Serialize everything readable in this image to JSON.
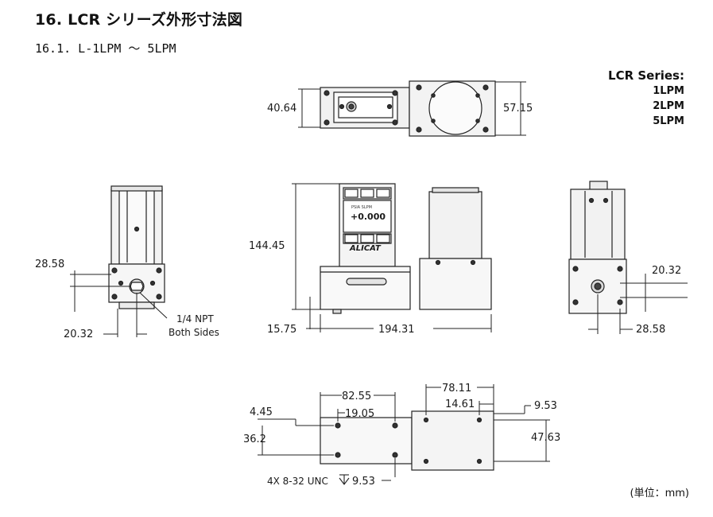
{
  "heading": "16.  LCR シリーズ外形寸法図",
  "subheading": "16.1.  L-1LPM ～ 5LPM",
  "series": {
    "title": "LCR Series:",
    "models": [
      "1LPM",
      "2LPM",
      "5LPM"
    ]
  },
  "dims": {
    "top_width": "40.64",
    "top_height": "57.15",
    "side_port_height": "28.58",
    "side_port_offset": "20.32",
    "npt_line1": "1/4 NPT",
    "npt_line2": "Both Sides",
    "front_height": "144.45",
    "front_base": "15.75",
    "front_length": "194.31",
    "right_height": "20.32",
    "right_width": "28.58",
    "bottom_8255": "82.55",
    "bottom_1905": "19.05",
    "bottom_445": "4.45",
    "bottom_362": "36.2",
    "bottom_7811": "78.11",
    "bottom_1461": "14.61",
    "bottom_953": "9.53",
    "bottom_4763": "47.63",
    "thread_note": "4X 8-32 UNC",
    "thread_depth": "9.53"
  },
  "display": {
    "reading": "+0.000",
    "brand": "ALICAT"
  },
  "unit_note": "(単位：mm)"
}
